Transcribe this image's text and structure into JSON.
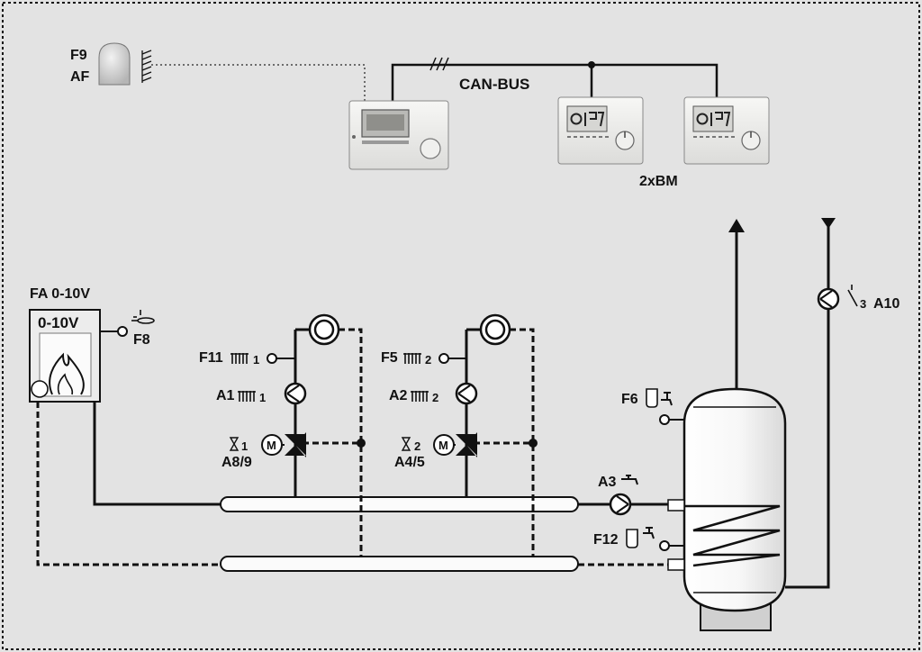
{
  "outdoor_sensor": {
    "label_code": "F9",
    "label_name": "AF"
  },
  "bus": {
    "label": "CAN-BUS",
    "room_units_label": "2xBM"
  },
  "boiler": {
    "label": "FA 0-10V",
    "panel_text": "0-10V",
    "sensor_label": "F8"
  },
  "circuit1": {
    "flow_sensor_label": "F11",
    "pump_label": "A1",
    "mixer_label": "A8/9",
    "index": "1"
  },
  "circuit2": {
    "flow_sensor_label": "F5",
    "pump_label": "A2",
    "mixer_label": "A4/5",
    "index": "2"
  },
  "dhw": {
    "charge_pump_label": "A3",
    "top_sensor_label": "F6",
    "bottom_sensor_label": "F12",
    "circ_pump_label": "A10",
    "circ_index": "3"
  },
  "colors": {
    "background": "#e3e3e3",
    "line": "#111111",
    "device": "#f4f4f2"
  }
}
